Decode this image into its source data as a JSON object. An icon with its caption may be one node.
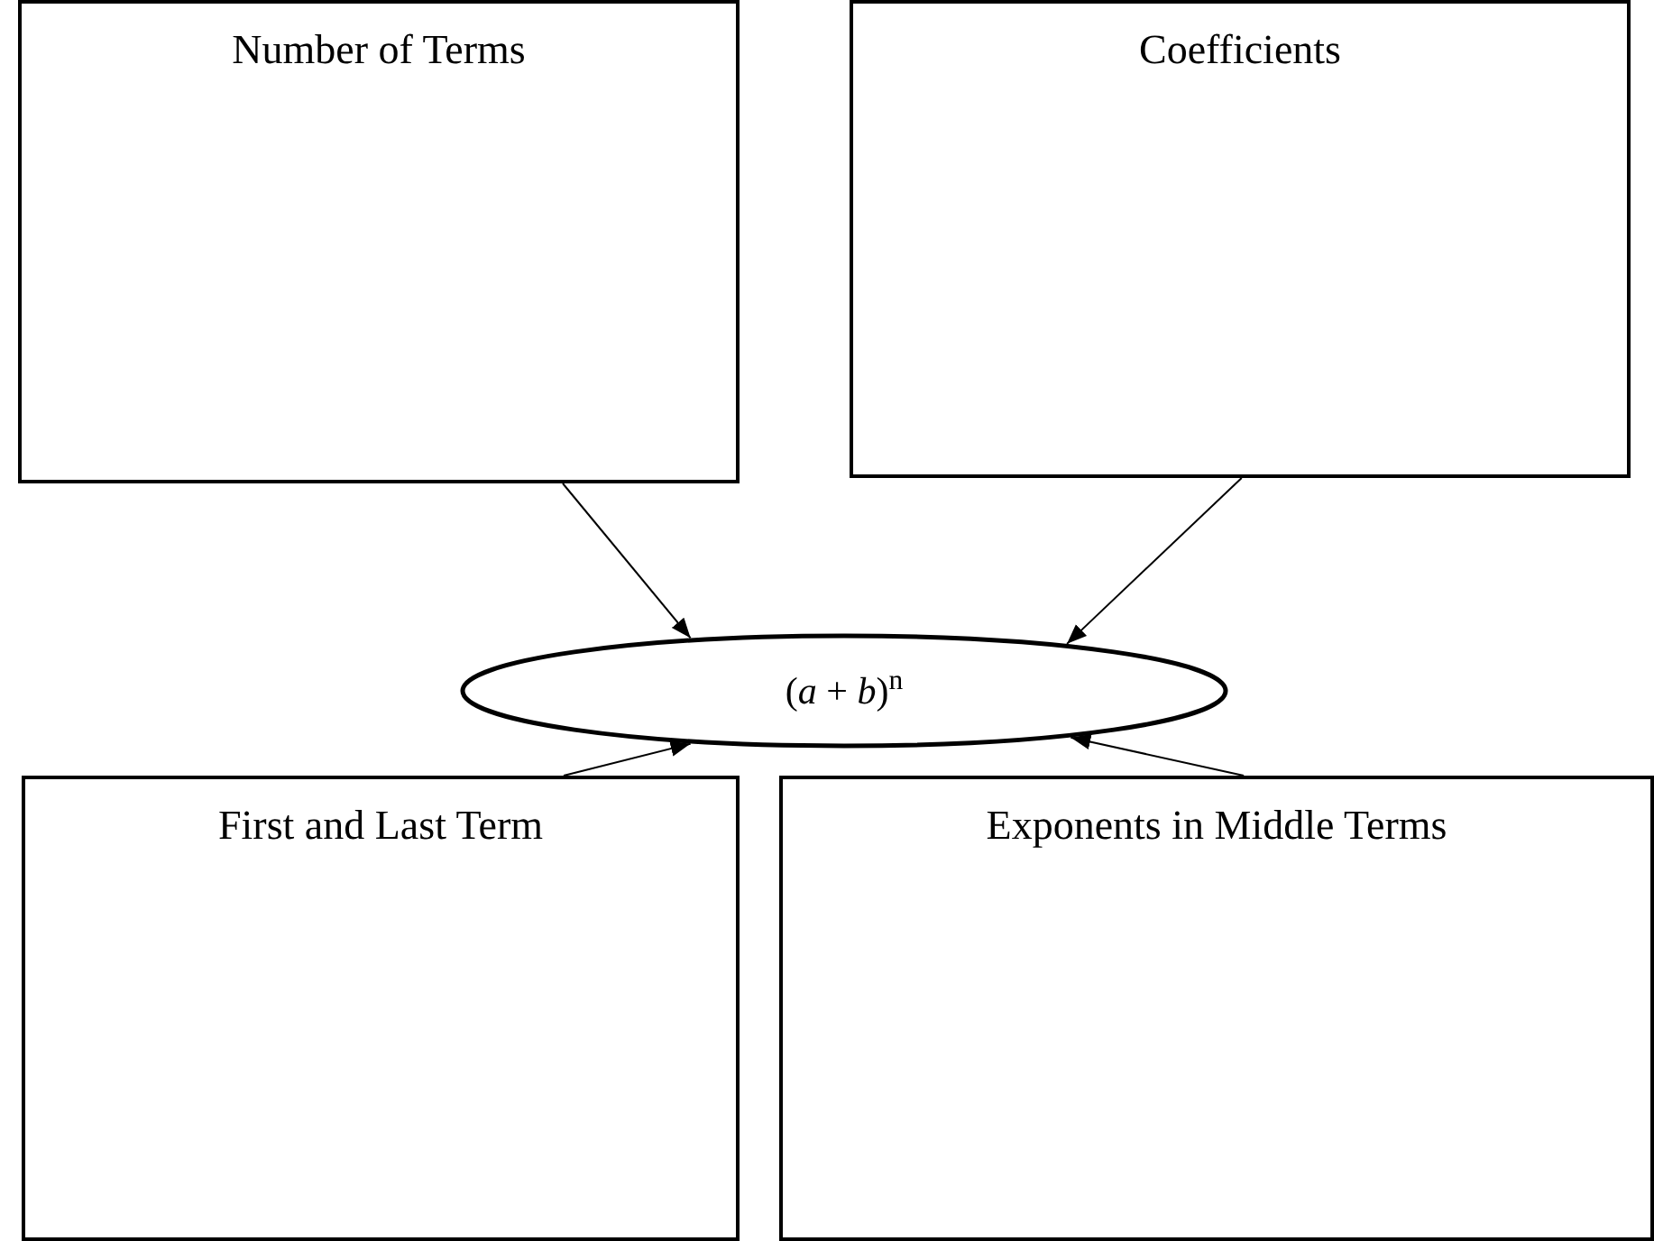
{
  "diagram": {
    "nodes": [
      {
        "text": [
          "Number of Terms"
        ]
      },
      {
        "text": [
          "Coefficients"
        ]
      },
      {
        "text": [
          "(*a* + *b*)$^{n}$"
        ]
      },
      {
        "text": [
          "First and Last Term"
        ]
      },
      {
        "text": [
          "Exponents in Middle Terms"
        ]
      }
    ],
    "edges": [
      {
        "from": 0,
        "to": 2,
        "arrow": "to"
      },
      {
        "from": 1,
        "to": 2,
        "arrow": "to"
      },
      {
        "from": 3,
        "to": 2,
        "arrow": "to"
      },
      {
        "from": 4,
        "to": 2,
        "arrow": "to"
      }
    ]
  }
}
